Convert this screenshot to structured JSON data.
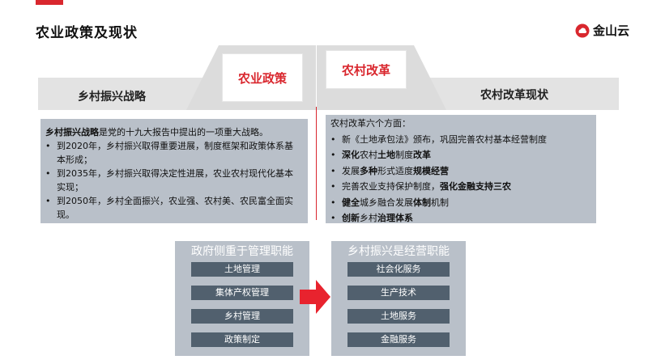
{
  "title": "农业政策及现状",
  "logo": {
    "text": "金山云",
    "icon": "kingsoft-cloud-logo-icon",
    "color": "#d9272e"
  },
  "colors": {
    "accent": "#d9272e",
    "panel": "#b9c0c9",
    "item": "#51606e",
    "banner": "#e3e3e3"
  },
  "banner": {
    "left_label": "乡村振兴战略",
    "right_label": "农村改革现状",
    "tab_policy": "农业政策",
    "tab_reform": "农村改革"
  },
  "left_panel": {
    "intro_bold": "乡村振兴战略",
    "intro_rest": "是党的十九大报告中提出的一项重大战略。",
    "bullets": [
      "到2020年，乡村振兴取得重要进展，制度框架和政策体系基本形成；",
      "到2035年，乡村振兴取得决定性进展，农业农村现代化基本实现；",
      "到2050年，乡村全面振兴，农业强、农村美、农民富全面实现。"
    ]
  },
  "right_panel": {
    "heading": "农村改革六个方面：",
    "items": {
      "i1": "新《土地承包法》颁布，巩固完善农村基本经营制度",
      "i2a": "深化",
      "i2b": "农村",
      "i2c": "土地",
      "i2d": "制度",
      "i2e": "改革",
      "i3a": "发展",
      "i3b": "多种",
      "i3c": "形式适度",
      "i3d": "规模经营",
      "i4a": "完善农业支持保护制度，",
      "i4b": "强化金融支持三农",
      "i5a": "健全",
      "i5b": "城乡融合发展",
      "i5c": "体制",
      "i5d": "机制",
      "i6a": "创新",
      "i6b": "乡村",
      "i6c": "治理体系"
    },
    "bullet": "•"
  },
  "gov_box": {
    "title": "政府侧重于管理职能",
    "items": [
      "土地管理",
      "集体产权管理",
      "乡村管理",
      "政策制定"
    ]
  },
  "biz_box": {
    "title": "乡村振兴是经营职能",
    "items": [
      "社会化服务",
      "生产技术",
      "土地服务",
      "金融服务"
    ]
  },
  "arrow_icon": "right-arrow-icon"
}
